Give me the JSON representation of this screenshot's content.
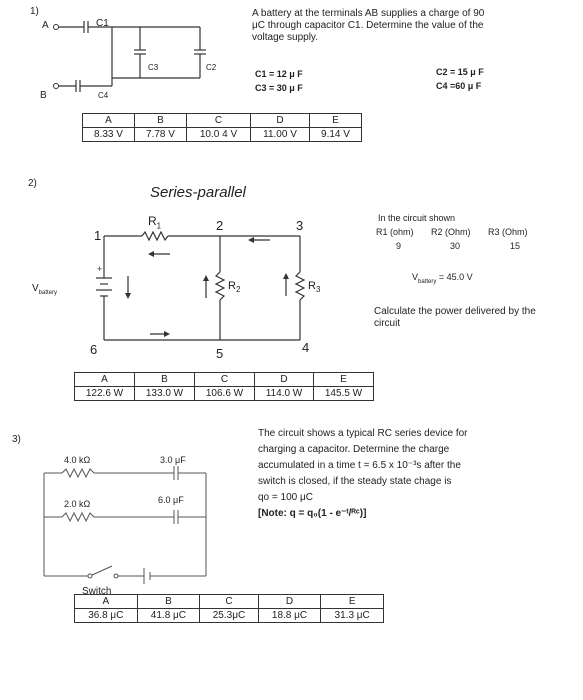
{
  "q1": {
    "number": "1)",
    "node_a": "A",
    "node_b": "B",
    "c1": "C1",
    "c2": "C2",
    "c3": "C3",
    "c4": "C4",
    "prompt": "A battery at the terminals AB supplies a charge of 90 μC through capacitor C1. Determine the value of the voltage supply.",
    "given_left": [
      "C1 = 12 μ F",
      "C3 = 30 μ F"
    ],
    "given_right": [
      "C2 = 15 μ F",
      "C4 =60 μ F"
    ],
    "options": {
      "letters": [
        "A",
        "B",
        "C",
        "D",
        "E"
      ],
      "values": [
        "8.33 V",
        "7.78 V",
        "10.0 4 V",
        "11.00 V",
        "9.14 V"
      ]
    }
  },
  "q2": {
    "number": "2)",
    "title": "Series-parallel",
    "r1": "R",
    "r1_sub": "1",
    "r2": "R",
    "r2_sub": "2",
    "r3": "R",
    "r3_sub": "3",
    "nodes": [
      "1",
      "2",
      "3",
      "4",
      "5",
      "6"
    ],
    "vbattery_label": "V",
    "vbattery_sub": "battery",
    "intro": "In the circuit shown",
    "headers": [
      "R1 (ohm)",
      "R2 (Ohm)",
      "R3 (Ohm)"
    ],
    "values": [
      "9",
      "30",
      "15"
    ],
    "vbat_line": "V",
    "vbat_sub": "battery",
    "vbat_value": "= 45.0 V",
    "question": "Calculate the power delivered by the circuit",
    "options": {
      "letters": [
        "A",
        "B",
        "C",
        "D",
        "E"
      ],
      "values": [
        "122.6 W",
        "133.0 W",
        "106.6 W",
        "114.0 W",
        "145.5 W"
      ]
    }
  },
  "q3": {
    "number": "3)",
    "r_top": "4.0 kΩ",
    "r_bottom": "2.0 kΩ",
    "c_top": "3.0 μF",
    "c_bottom": "6.0 μF",
    "switch_label": "Switch",
    "text_lines": [
      "The circuit shows a typical RC series device for",
      "charging a capacitor. Determine the charge",
      "accumulated in a time t = 6.5 x 10⁻³s after the",
      "switch is closed, if the steady state chage is",
      "qo = 100 μC"
    ],
    "note": "[Note: q = q₀(1 - e⁻ᵗ/ᴿᶜ)]",
    "options": {
      "letters": [
        "A",
        "B",
        "C",
        "D",
        "E"
      ],
      "values": [
        "36.8 μC",
        "41.8 μC",
        "25.3μC",
        "18.8 μC",
        "31.3 μC"
      ]
    }
  }
}
